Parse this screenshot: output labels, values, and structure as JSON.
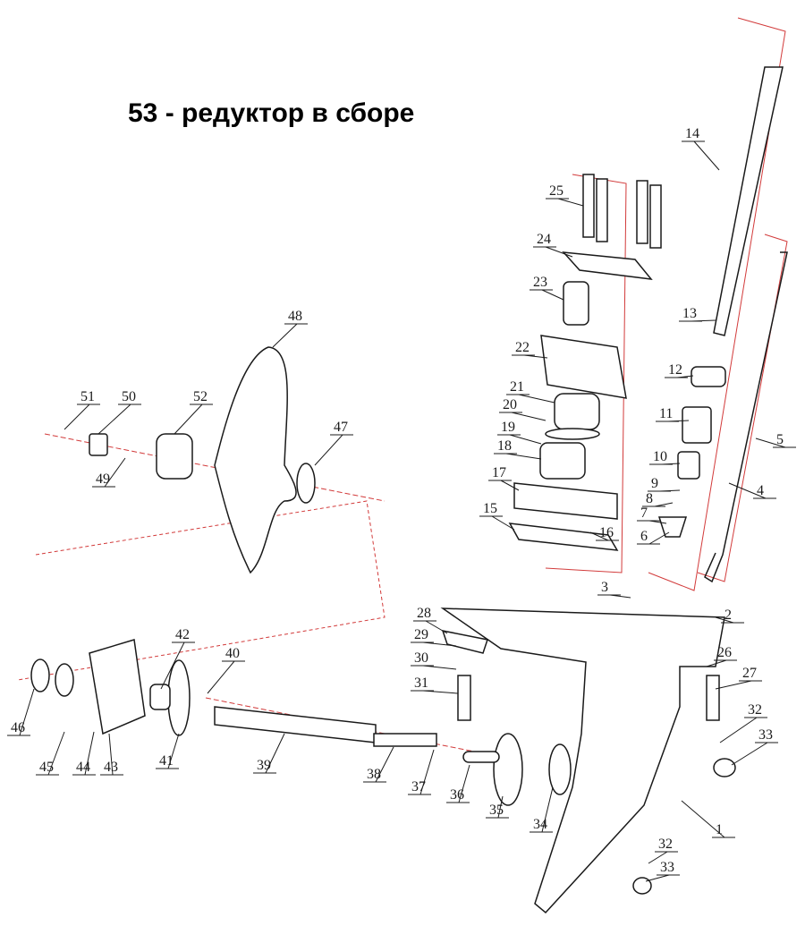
{
  "title": "53 - редуктор в сборе",
  "colors": {
    "line": "#1a1a1a",
    "guide": "#d23a3a",
    "fill": "#ffffff"
  },
  "callouts": [
    {
      "label": "1"
    },
    {
      "label": "2"
    },
    {
      "label": "3"
    },
    {
      "label": "4"
    },
    {
      "label": "5"
    },
    {
      "label": "6"
    },
    {
      "label": "7"
    },
    {
      "label": "8"
    },
    {
      "label": "9"
    },
    {
      "label": "10"
    },
    {
      "label": "11"
    },
    {
      "label": "12"
    },
    {
      "label": "13"
    },
    {
      "label": "14"
    },
    {
      "label": "15"
    },
    {
      "label": "16"
    },
    {
      "label": "17"
    },
    {
      "label": "18"
    },
    {
      "label": "19"
    },
    {
      "label": "20"
    },
    {
      "label": "21"
    },
    {
      "label": "22"
    },
    {
      "label": "23"
    },
    {
      "label": "24"
    },
    {
      "label": "25"
    },
    {
      "label": "26"
    },
    {
      "label": "27"
    },
    {
      "label": "28"
    },
    {
      "label": "29"
    },
    {
      "label": "30"
    },
    {
      "label": "31"
    },
    {
      "label": "32"
    },
    {
      "label": "33"
    },
    {
      "label": "34"
    },
    {
      "label": "35"
    },
    {
      "label": "36"
    },
    {
      "label": "37"
    },
    {
      "label": "38"
    },
    {
      "label": "39"
    },
    {
      "label": "40"
    },
    {
      "label": "41"
    },
    {
      "label": "42"
    },
    {
      "label": "43"
    },
    {
      "label": "44"
    },
    {
      "label": "45"
    },
    {
      "label": "46"
    },
    {
      "label": "47"
    },
    {
      "label": "48"
    },
    {
      "label": "49"
    },
    {
      "label": "50"
    },
    {
      "label": "51"
    },
    {
      "label": "52"
    },
    {
      "label": "32"
    },
    {
      "label": "33"
    }
  ]
}
